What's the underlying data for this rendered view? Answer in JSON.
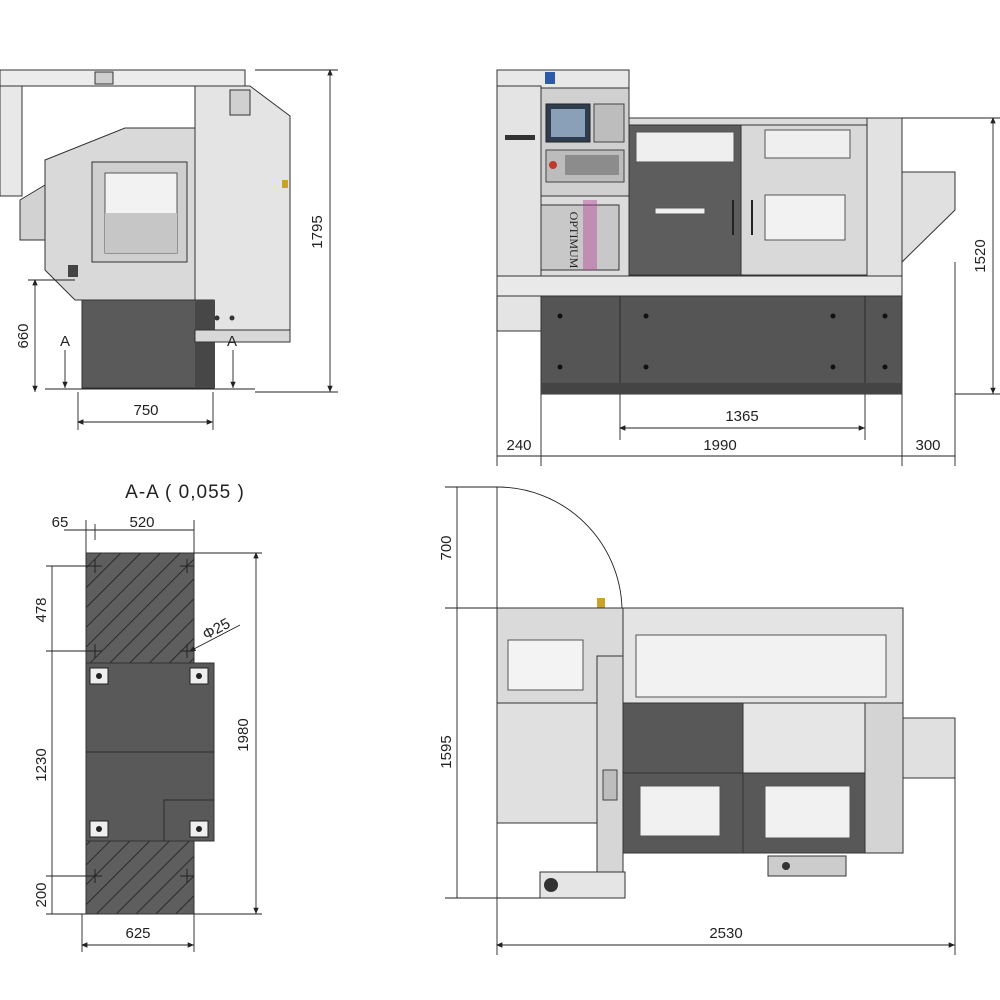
{
  "side_view": {
    "dim_height": "1795",
    "dim_base_height": "660",
    "dim_width": "750",
    "section_marker_left": "A",
    "section_marker_right": "A"
  },
  "front_view": {
    "dim_height": "1520",
    "dim_bed": "1365",
    "dim_left": "240",
    "dim_main": "1990",
    "dim_right": "300",
    "brand_text": "OPTIMUM"
  },
  "section_view": {
    "title": "A-A ( 0,055 )",
    "dim_offset": "65",
    "dim_top_width": "520",
    "dim_seg_top": "478",
    "dim_seg_mid": "1230",
    "dim_seg_bottom": "200",
    "dim_total_height": "1980",
    "dim_bottom_width": "625",
    "dim_hole": "Φ25"
  },
  "top_view": {
    "dim_door_swing": "700",
    "dim_depth": "1595",
    "dim_total_width": "2530"
  },
  "colors": {
    "line": "#222222",
    "machine_light": "#e6e6e6",
    "machine_mid": "#bdbdbd",
    "machine_dark": "#5a5a5a",
    "panel_dark": "#3f3f3f"
  }
}
